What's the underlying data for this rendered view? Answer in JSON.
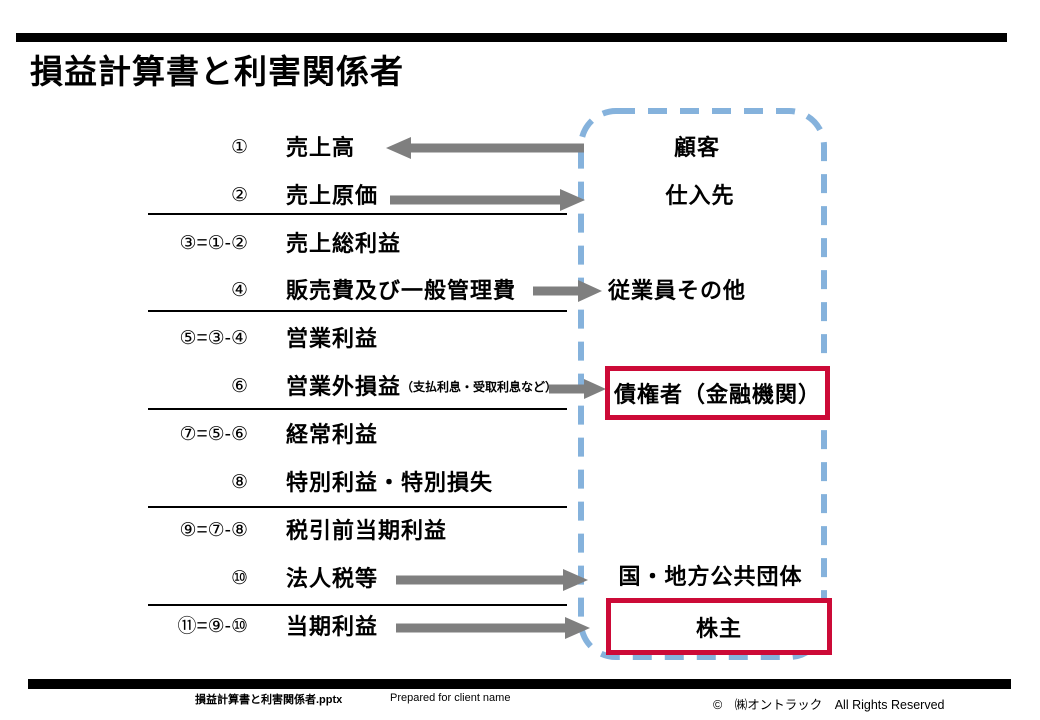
{
  "title": "損益計算書と利害関係者",
  "statement": {
    "rows": [
      {
        "num": "①",
        "label": "売上高"
      },
      {
        "num": "②",
        "label": "売上原価"
      },
      {
        "num": "③=①-②",
        "label": "売上総利益"
      },
      {
        "num": "④",
        "label": "販売費及び一般管理費"
      },
      {
        "num": "⑤=③-④",
        "label": "営業利益"
      },
      {
        "num": "⑥",
        "label": "営業外損益",
        "note": "（支払利息・受取利息など）"
      },
      {
        "num": "⑦=⑤-⑥",
        "label": "経常利益"
      },
      {
        "num": "⑧",
        "label": "特別利益・特別損失"
      },
      {
        "num": "⑨=⑦-⑧",
        "label": "税引前当期利益"
      },
      {
        "num": "⑩",
        "label": "法人税等"
      },
      {
        "num": "⑪=⑨-⑩",
        "label": "当期利益"
      }
    ]
  },
  "stakeholders": {
    "customer": "顧客",
    "supplier": "仕入先",
    "employees": "従業員その他",
    "creditors": "債権者（金融機関）",
    "government": "国・地方公共団体",
    "shareholders": "株主"
  },
  "connections": [
    {
      "from": "顧客",
      "to": "売上高",
      "direction": "left"
    },
    {
      "from": "売上原価",
      "to": "仕入先",
      "direction": "right"
    },
    {
      "from": "販売費及び一般管理費",
      "to": "従業員その他",
      "direction": "right"
    },
    {
      "from": "営業外損益",
      "to": "債権者（金融機関）",
      "direction": "right"
    },
    {
      "from": "法人税等",
      "to": "国・地方公共団体",
      "direction": "right"
    },
    {
      "from": "当期利益",
      "to": "株主",
      "direction": "right"
    }
  ],
  "footer": {
    "filename": "損益計算書と利害関係者.pptx",
    "prepared": "Prepared for client name",
    "copyright": "©　㈱オントラック　All Rights Reserved"
  },
  "colors": {
    "dashed_border": "#85b2dc",
    "highlight_red": "#cc0a37",
    "arrow_gray": "#7f7f7f"
  }
}
